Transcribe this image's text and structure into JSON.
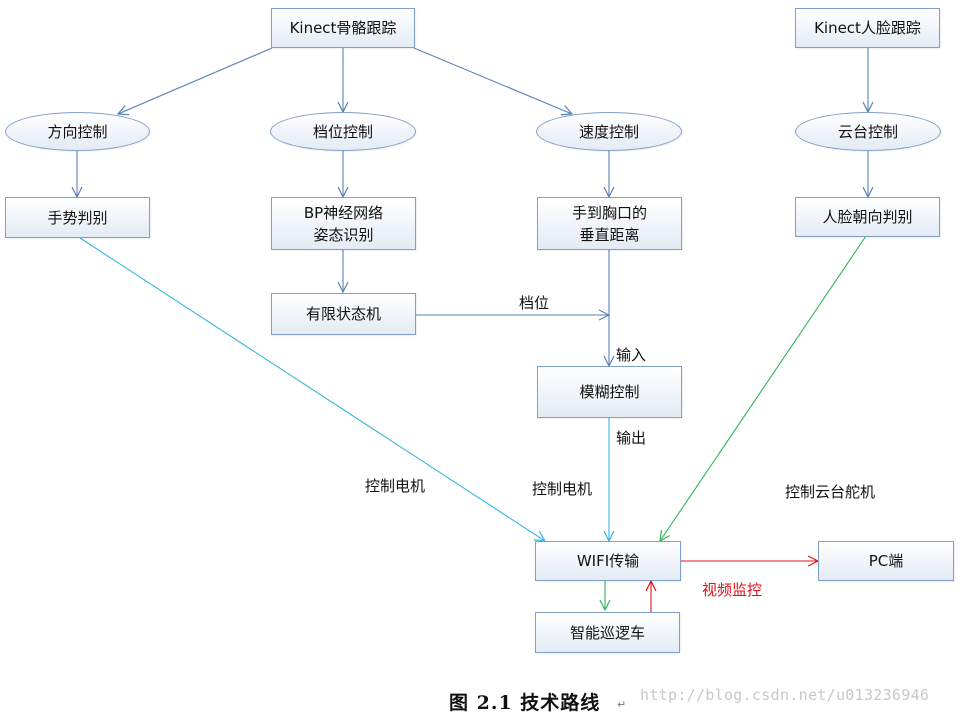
{
  "nodes": {
    "kinect_skeleton": "Kinect骨骼跟踪",
    "kinect_face": "Kinect人脸跟踪",
    "direction_control": "方向控制",
    "gear_control": "档位控制",
    "speed_control": "速度控制",
    "ptz_control": "云台控制",
    "gesture_judge": "手势判别",
    "bp_posture": "BP神经网络\n姿态识别",
    "hand_chest": "手到胸口的\n垂直距离",
    "face_orientation": "人脸朝向判别",
    "fsm": "有限状态机",
    "fuzzy_control": "模糊控制",
    "wifi": "WIFI传输",
    "pc": "PC端",
    "patrol_car": "智能巡逻车"
  },
  "edge_labels": {
    "gear": "档位",
    "input": "输入",
    "output": "输出",
    "motor_left": "控制电机",
    "motor_center": "控制电机",
    "ptz_servo": "控制云台舵机",
    "video_monitor": "视频监控"
  },
  "colors": {
    "edge_blue": "#5a82b4",
    "edge_cyan": "#38b6e0",
    "edge_green": "#2fb55a",
    "edge_red": "#e0101a"
  },
  "caption": "图 2.1  技术路线",
  "caption_mark": "↵",
  "watermark": "http://blog.csdn.net/u013236946"
}
